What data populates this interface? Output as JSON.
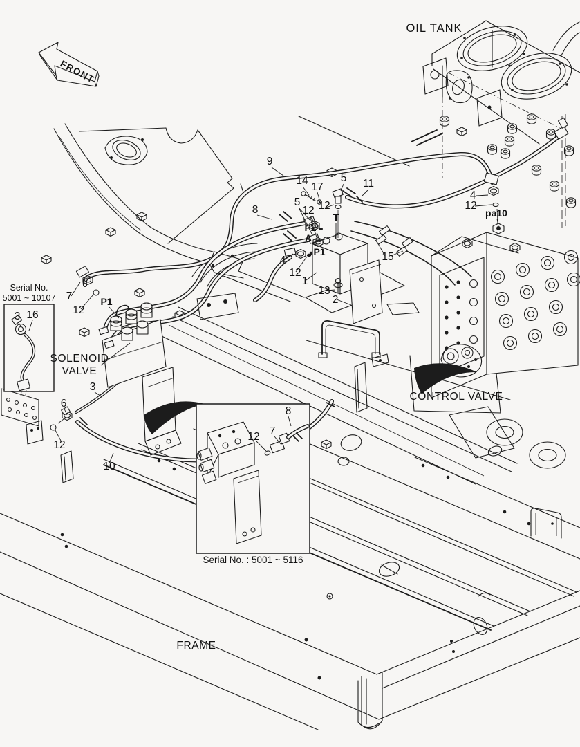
{
  "colors": {
    "background": "#f7f6f4",
    "line": "#1c1c1c"
  },
  "labels": {
    "front_arrow": "FRONT",
    "oil_tank": "OIL TANK",
    "control_valve": "CONTROL VALVE",
    "solenoid_valve_line1": "SOLENOID",
    "solenoid_valve_line2": "VALVE",
    "frame": "FRAME",
    "serial_left_title": "Serial No.",
    "serial_left_range": "5001 ~ 10107",
    "inset_serial_caption": "Serial No. : 5001 ~ 5116"
  },
  "callouts": [
    {
      "id": "9"
    },
    {
      "id": "14"
    },
    {
      "id": "17"
    },
    {
      "id": "5"
    },
    {
      "id": "11"
    },
    {
      "id": "8"
    },
    {
      "id": "5"
    },
    {
      "id": "12"
    },
    {
      "id": "12"
    },
    {
      "id": "4"
    },
    {
      "id": "12"
    },
    {
      "id": "1"
    },
    {
      "id": "13"
    },
    {
      "id": "2"
    },
    {
      "id": "15"
    },
    {
      "id": "4"
    },
    {
      "id": "12"
    },
    {
      "id": "7"
    },
    {
      "id": "12"
    },
    {
      "id": "3"
    },
    {
      "id": "16"
    },
    {
      "id": "3"
    },
    {
      "id": "6"
    },
    {
      "id": "12"
    },
    {
      "id": "10"
    },
    {
      "id": "8"
    },
    {
      "id": "7"
    },
    {
      "id": "12"
    }
  ],
  "port_labels": [
    {
      "id": "P2"
    },
    {
      "id": "A"
    },
    {
      "id": "T"
    },
    {
      "id": "P1"
    },
    {
      "id": "P1"
    },
    {
      "id": "pa10"
    }
  ]
}
